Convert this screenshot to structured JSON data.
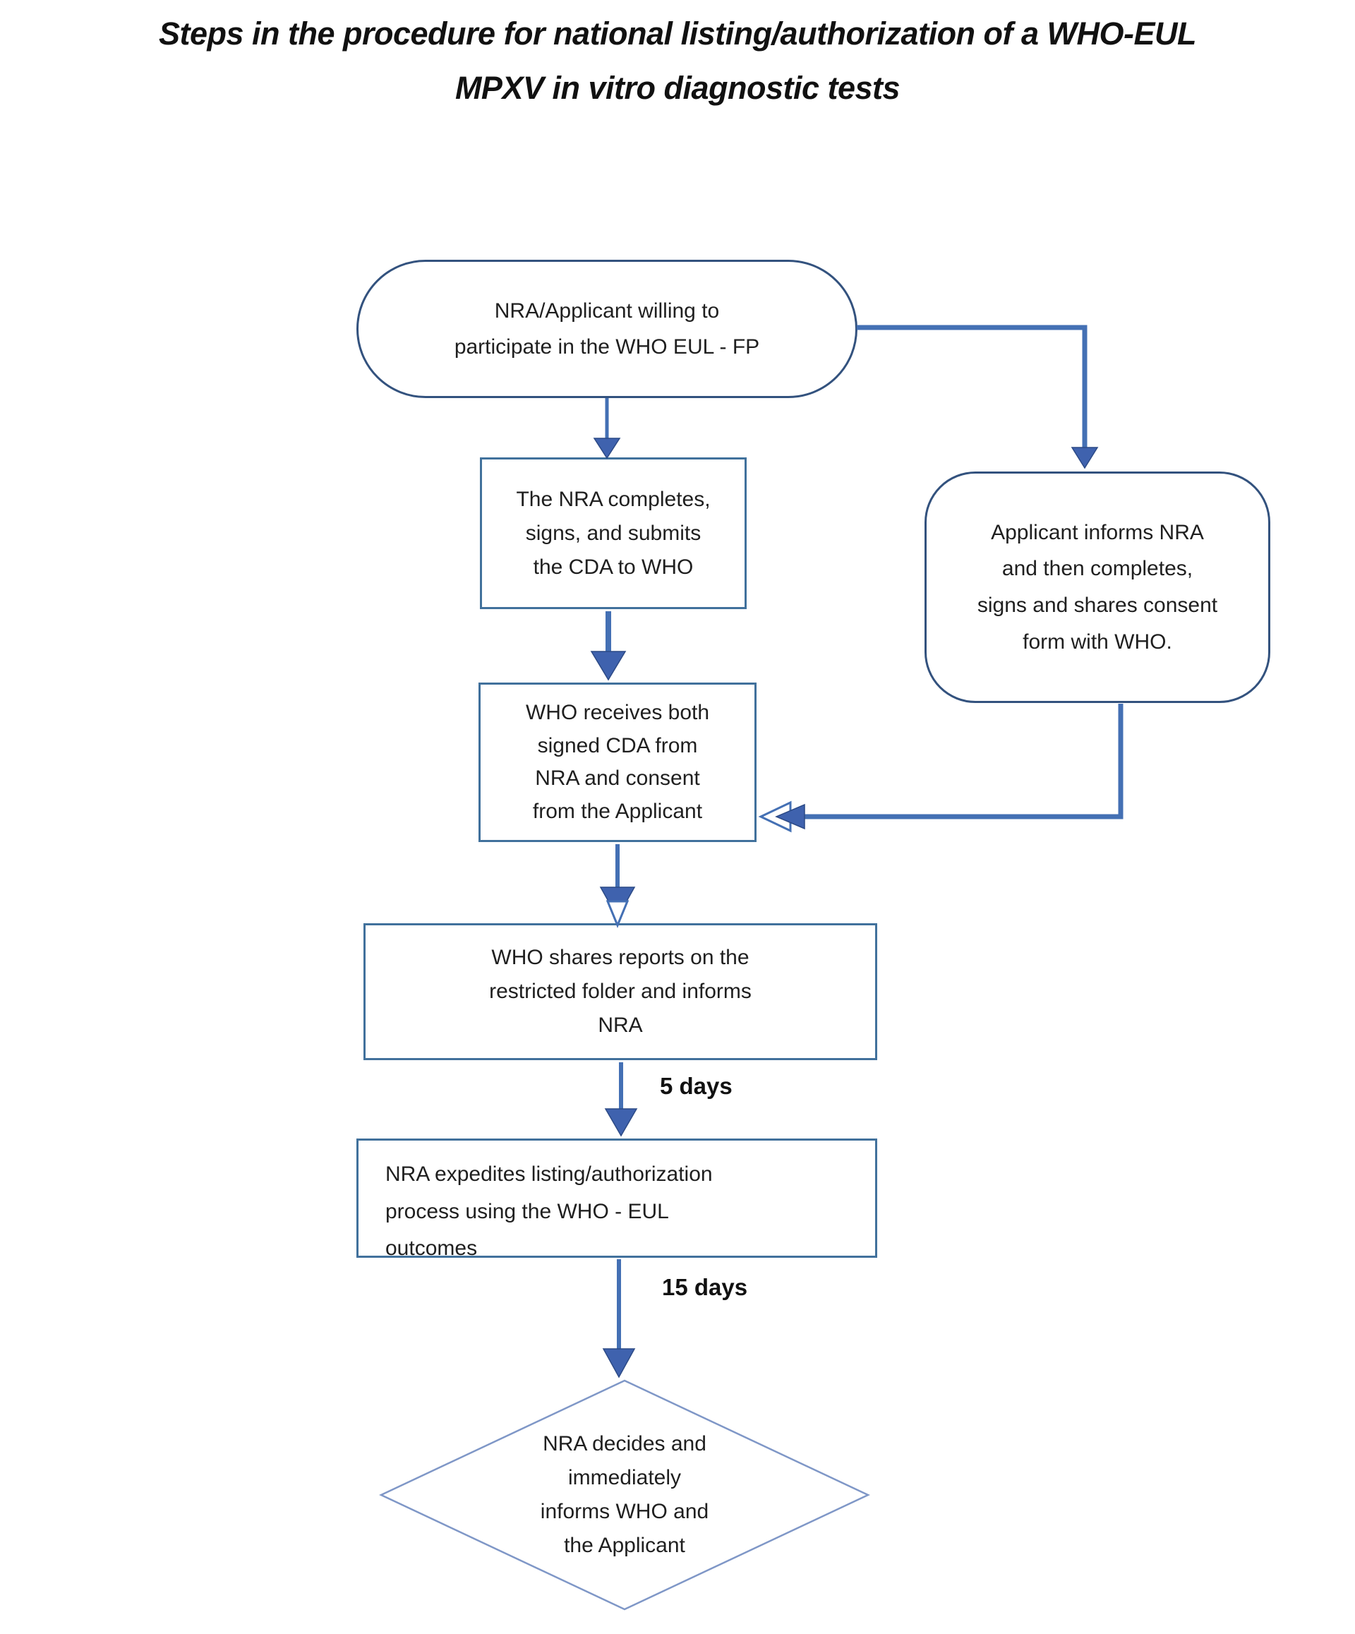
{
  "title": {
    "text": "Steps in the procedure for national listing/authorization of a WHO-EUL\nMPXV in vitro diagnostic tests"
  },
  "flowchart": {
    "nodes": [
      {
        "id": "start",
        "shape": "stadium",
        "text": "NRA/Applicant willing to\nparticipate in the WHO EUL - FP"
      },
      {
        "id": "nra-cda",
        "shape": "rectangle",
        "text": "The NRA completes,\nsigns, and submits\nthe CDA to WHO"
      },
      {
        "id": "applicant-consent",
        "shape": "rounded-rectangle",
        "text": "Applicant informs NRA\nand then completes,\nsigns and shares consent\nform with WHO."
      },
      {
        "id": "who-receives",
        "shape": "rectangle",
        "text": "WHO receives both\nsigned CDA from\nNRA and consent\nfrom the Applicant"
      },
      {
        "id": "who-shares",
        "shape": "rectangle",
        "text": "WHO shares reports on the\nrestricted folder and informs\nNRA"
      },
      {
        "id": "nra-expedites",
        "shape": "rectangle",
        "text": "NRA expedites listing/authorization\nprocess using the WHO - EUL\noutcomes"
      },
      {
        "id": "nra-decides",
        "shape": "diamond",
        "text": "NRA decides and\nimmediately\ninforms WHO and\nthe Applicant"
      }
    ],
    "edge_labels": [
      {
        "id": "label-5-days",
        "text": "5 days"
      },
      {
        "id": "label-15-days",
        "text": "15 days"
      }
    ],
    "colors": {
      "connector": "#4470b4",
      "arrowhead": "#3f62ae",
      "rect_border": "#41719c",
      "stadium_border": "#33527e",
      "diamond_border": "#7f97c7",
      "text": "#1f1f1f"
    }
  }
}
